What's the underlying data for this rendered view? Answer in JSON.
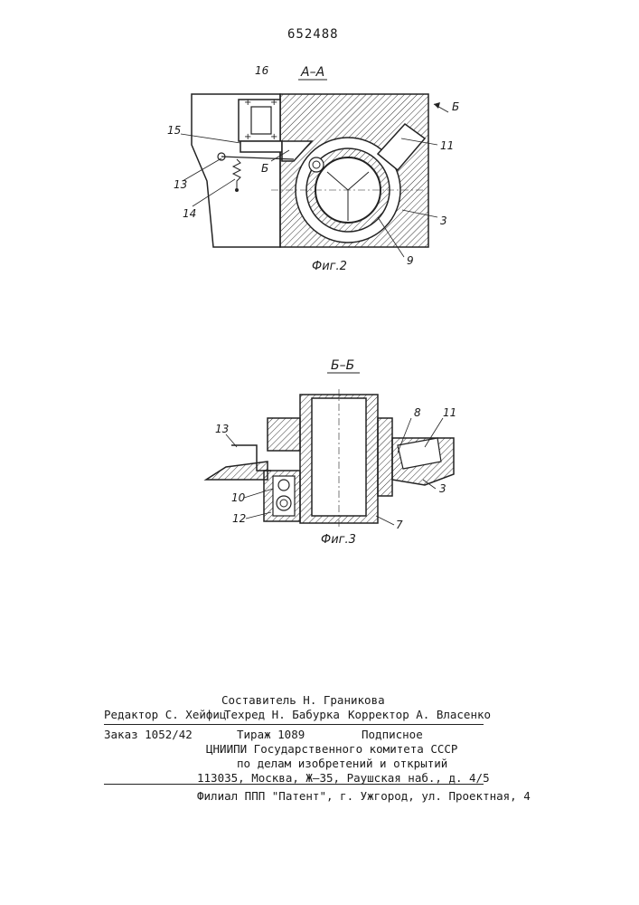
{
  "header": {
    "patent_number": "652488"
  },
  "figure2": {
    "section_label": "А–А",
    "caption": "Фиг.2",
    "view_marker": "Б",
    "labels": {
      "l16": "16",
      "l15": "15",
      "l13": "13",
      "l14": "14",
      "l6": "Б",
      "l11": "11",
      "l3": "3",
      "l9": "9"
    }
  },
  "figure3": {
    "section_label": "Б–Б",
    "caption": "Фиг.3",
    "labels": {
      "l13": "13",
      "l8": "8",
      "l11": "11",
      "l3": "3",
      "l10": "10",
      "l12": "12",
      "l7": "7"
    }
  },
  "imprint": {
    "compiler": "Составитель Н. Граникова",
    "editor": "Редактор С. Хейфиц",
    "techred": "Техред Н. Бабурка",
    "corrector": "Корректор А. Власенко",
    "order": "Заказ 1052/42",
    "circulation": "Тираж 1089",
    "subscription": "Подписное",
    "institute_line1": "ЦНИИПИ Государственного комитета СССР",
    "institute_line2": "по делам изобретений и открытий",
    "address": "113035, Москва, Ж–35, Раушская наб., д. 4/5",
    "branch": "Филиал ППП \"Патент\", г. Ужгород, ул. Проектная, 4"
  }
}
